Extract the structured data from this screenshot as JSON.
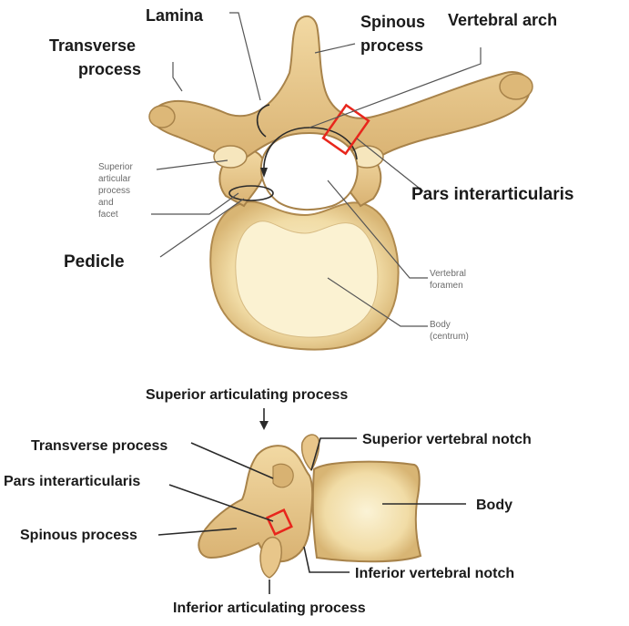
{
  "top_view": {
    "lamina": "Lamina",
    "spinous_process_1": "Spinous",
    "spinous_process_2": "process",
    "vertebral_arch": "Vertebral arch",
    "transverse_process_1": "Transverse",
    "transverse_process_2": "process",
    "superior_articular_1": "Superior",
    "superior_articular_2": "articular",
    "superior_articular_3": "process",
    "superior_articular_4": "and",
    "superior_articular_5": "facet",
    "pars_interarticularis": "Pars interarticularis",
    "pedicle": "Pedicle",
    "vertebral_foramen_1": "Vertebral",
    "vertebral_foramen_2": "foramen",
    "body_1": "Body",
    "body_2": "(centrum)"
  },
  "lateral_view": {
    "superior_articulating_process": "Superior articulating process",
    "superior_vertebral_notch": "Superior vertebral notch",
    "transverse_process": "Transverse process",
    "pars_interarticularis": "Pars interarticularis",
    "body": "Body",
    "spinous_process": "Spinous process",
    "inferior_vertebral_notch": "Inferior vertebral notch",
    "inferior_articulating_process": "Inferior articulating process"
  },
  "colors": {
    "bone": "#e9c98f",
    "bone_outline": "#a8834a",
    "highlight_box": "#e8261c"
  }
}
